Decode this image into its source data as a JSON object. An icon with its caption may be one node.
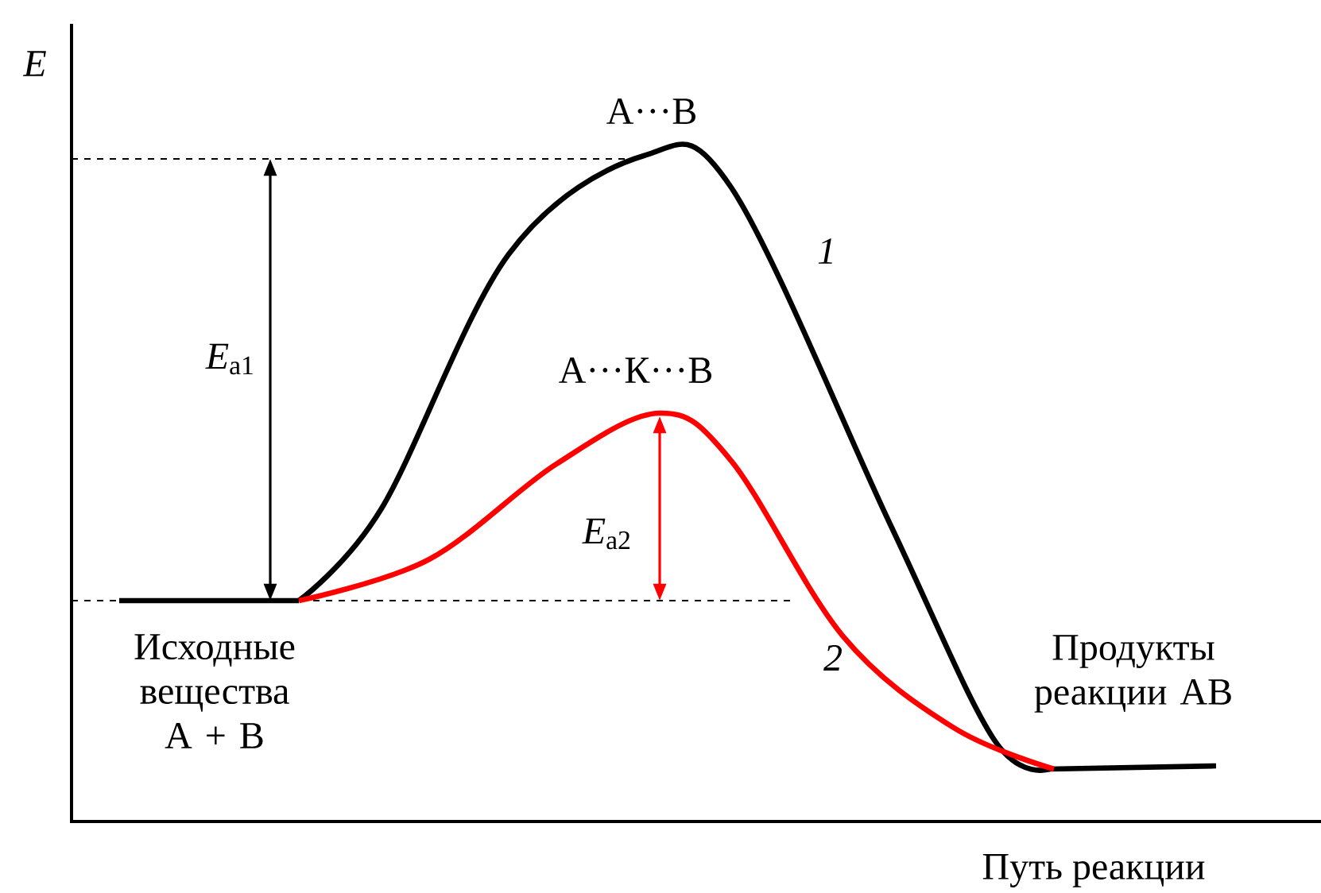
{
  "diagram": {
    "labels": [
      "E",
      "А···В",
      "1",
      "*E*$_{а1}$",
      "А···К···В",
      "*E*$_{а2}$",
      "Исходные вещества А + В",
      "2",
      "Продукты реакции АВ",
      "Путь реакции"
    ]
  }
}
